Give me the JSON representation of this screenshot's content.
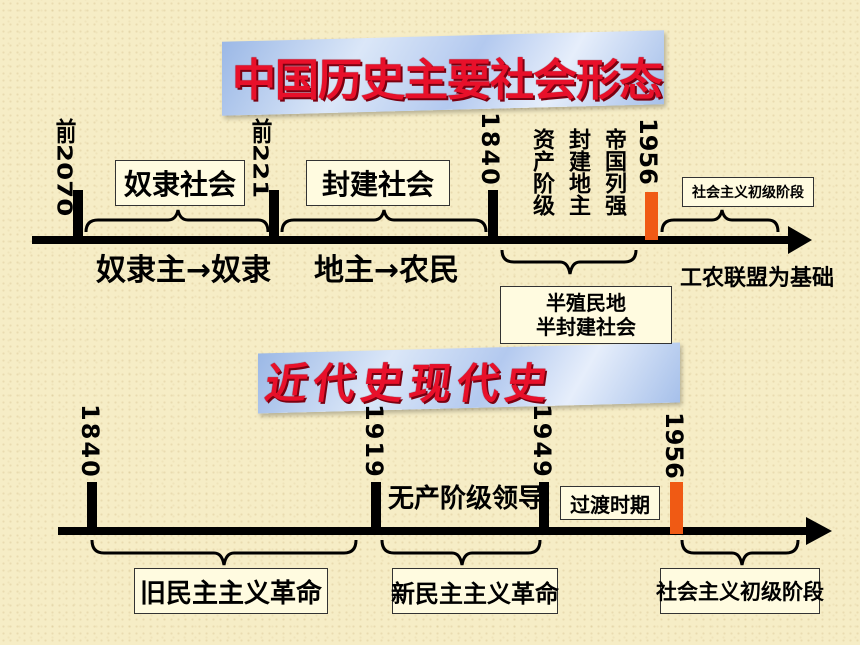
{
  "title_main": "中国历史主要社会形态",
  "title_modern": "近代史现代史",
  "top": {
    "year_a": "前2070",
    "year_b": "前221",
    "year_c": "1840",
    "year_d": "1956",
    "slave_society": "奴隶社会",
    "feudal_society": "封建社会",
    "slave_relation": "奴隶主→奴隶",
    "feudal_relation": "地主→农民",
    "col_bourgeoisie": "资产阶级",
    "col_landlord": "封建地主",
    "col_imperialism": "帝国列强",
    "semi_colonial_line1": "半殖民地",
    "semi_colonial_line2": "半封建社会",
    "primary_stage": "社会主义初级阶段",
    "worker_peasant": "工农联盟为基础"
  },
  "bottom": {
    "year_a": "1840",
    "year_b": "1919",
    "year_c": "1949",
    "year_d": "1956",
    "old_democratic": "旧民主主义革命",
    "proletariat_lead": "无产阶级领导",
    "new_democratic": "新民主主义革命",
    "transition": "过渡时期",
    "primary_stage": "社会主义初级阶段"
  },
  "colors": {
    "title_red": "#e8102a",
    "axis_black": "#000000",
    "marker_orange": "#f05a14"
  }
}
